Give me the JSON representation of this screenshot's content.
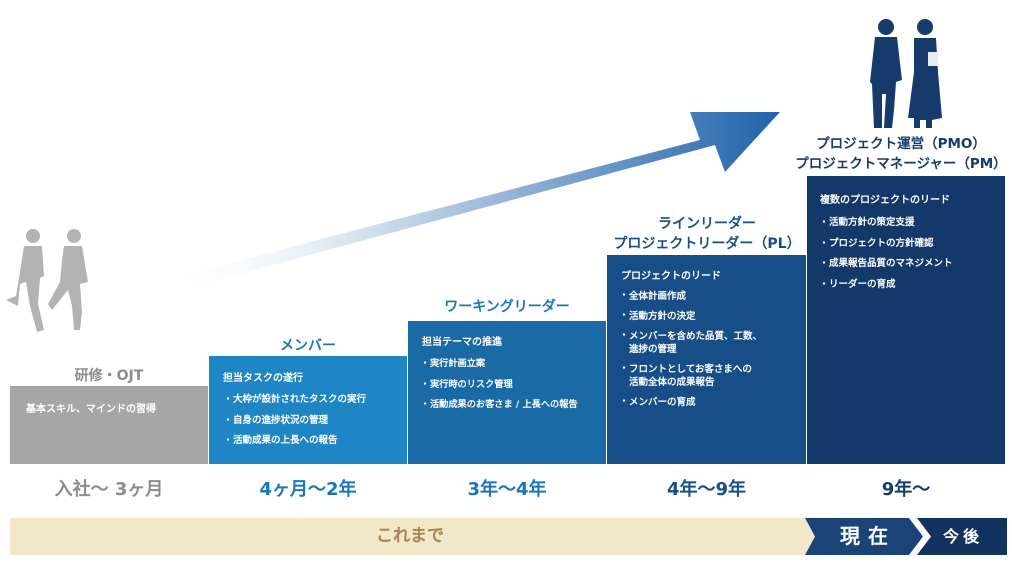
{
  "stages": [
    {
      "title": [
        "研修・OJT"
      ],
      "lead": "基本スキル、マインドの習得",
      "bullets": [],
      "period": "入社～ 3ヶ月"
    },
    {
      "title": [
        "メンバー"
      ],
      "lead": "担当タスクの遂行",
      "bullets": [
        "大枠が設計されたタスクの実行",
        "自身の進捗状況の管理",
        "活動成果の上長への報告"
      ],
      "period": "4ヶ月～2年"
    },
    {
      "title": [
        "ワーキングリーダー"
      ],
      "lead": "担当テーマの推進",
      "bullets": [
        "実行計画立案",
        "実行時のリスク管理",
        "活動成果のお客さま / 上長への報告"
      ],
      "period": "3年～4年"
    },
    {
      "title": [
        "ラインリーダー",
        "プロジェクトリーダー（PL）"
      ],
      "lead": "プロジェクトのリード",
      "bullets": [
        "全体計画作成",
        "活動方針の決定",
        [
          "メンバーを含めた品質、工数、",
          "進捗の管理"
        ],
        [
          "フロントとしてお客さまへの",
          "活動全体の成果報告"
        ],
        "メンバーの育成"
      ],
      "period": "4年～9年"
    },
    {
      "title": [
        "プロジェクト運営（PMO）",
        "プロジェクトマネージャー（PM）"
      ],
      "lead": "複数のプロジェクトのリード",
      "bullets": [
        "活動方針の策定支援",
        "プロジェクトの方針確認",
        "成果報告品質のマネジメント",
        "リーダーの育成"
      ],
      "period": "9年～"
    }
  ],
  "timeline": {
    "past": "これまで",
    "now": "現在",
    "future": "今後"
  },
  "colors": {
    "gray": "#a6a6a6",
    "blue1": "#1f86c6",
    "blue2": "#196aa5",
    "blue3": "#174e87",
    "navy": "#13386a",
    "title_gray": "#8c8c8c",
    "title_blue": "#1a76bb",
    "title_navy": "#163a6c",
    "timeline_past": "#f2e7c9"
  },
  "icons": [
    "walking-people-icon",
    "business-people-icon",
    "growth-arrow-icon"
  ]
}
